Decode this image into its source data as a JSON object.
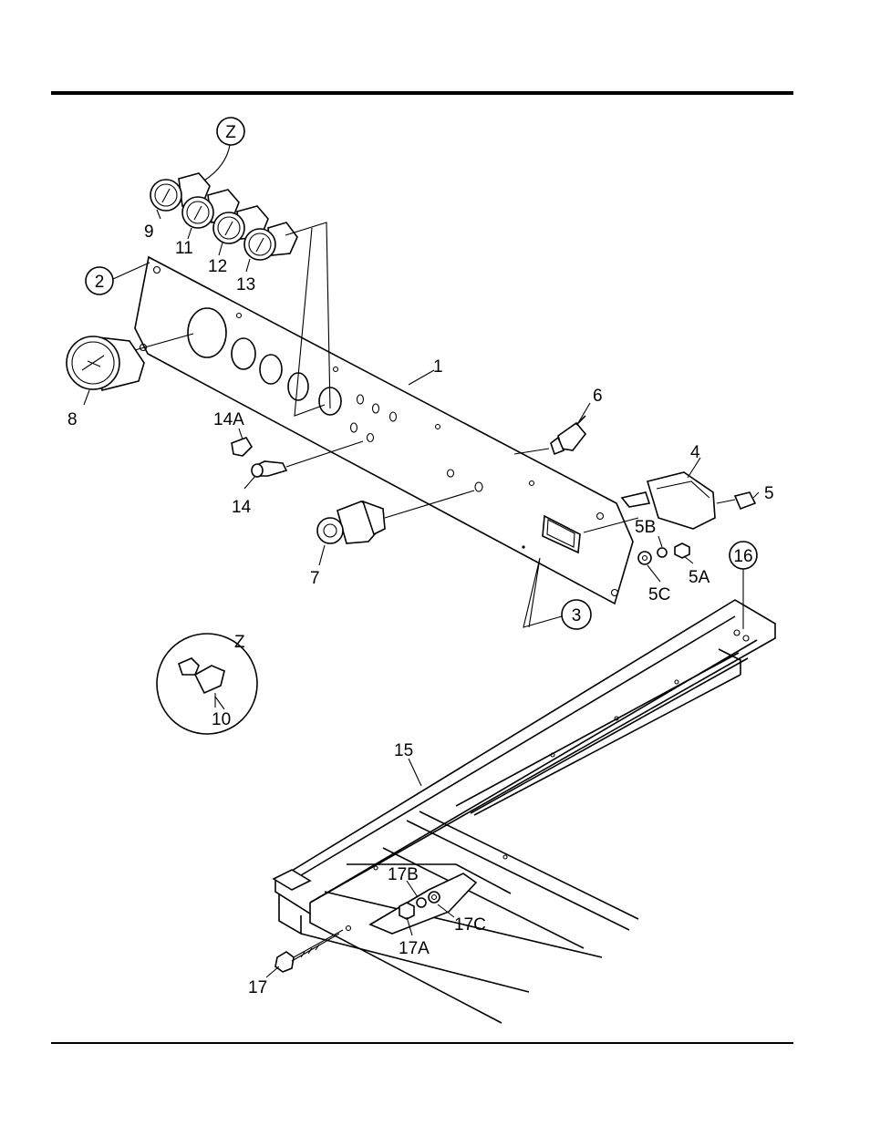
{
  "callouts": {
    "p1": "1",
    "p2": "2",
    "p3": "3",
    "p4": "4",
    "p5": "5",
    "p5a": "5A",
    "p5b": "5B",
    "p5c": "5C",
    "p6": "6",
    "p7": "7",
    "p8": "8",
    "p9": "9",
    "p10": "10",
    "p11": "11",
    "p12": "12",
    "p13": "13",
    "p14": "14",
    "p14a": "14A",
    "p15": "15",
    "p16": "16",
    "p17": "17",
    "p17a": "17A",
    "p17b": "17B",
    "p17c": "17C",
    "z_circle": "Z",
    "z_detail": "Z"
  }
}
